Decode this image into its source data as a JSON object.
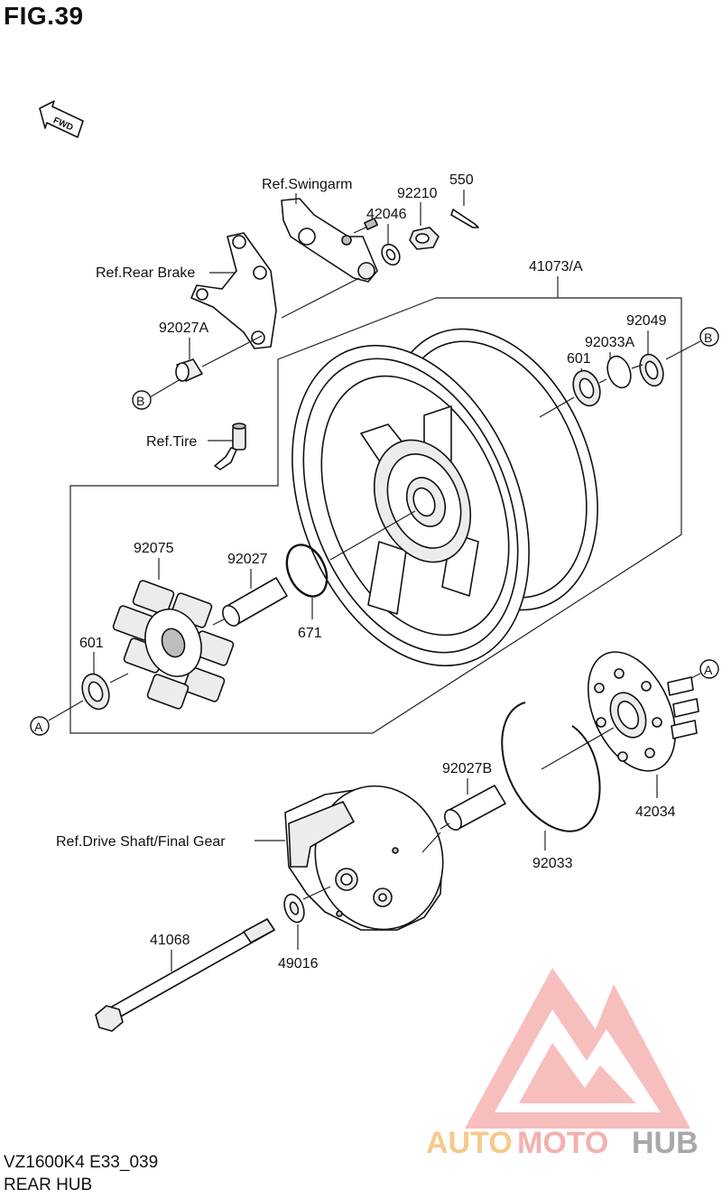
{
  "figure": {
    "title": "FIG.39",
    "code": "VZ1600K4 E33_039",
    "name": "REAR HUB"
  },
  "fwd_label": "FWD",
  "labels": {
    "ref_swingarm": "Ref.Swingarm",
    "p550": "550",
    "p92210": "92210",
    "p42046": "42046",
    "ref_rear_brake": "Ref.Rear Brake",
    "p41073": "41073/A",
    "p92027a": "92027A",
    "p92049": "92049",
    "p92033a": "92033A",
    "p601_top": "601",
    "ref_tire": "Ref.Tire",
    "p92075": "92075",
    "p92027": "92027",
    "p671": "671",
    "p601_left": "601",
    "p92027b": "92027B",
    "p42034": "42034",
    "ref_drive_shaft": "Ref.Drive Shaft/Final Gear",
    "p92033": "92033",
    "p41068": "41068",
    "p49016": "49016"
  },
  "markers": {
    "a": "A",
    "b": "B"
  },
  "watermark": {
    "brand_a": "AUTO",
    "brand_b": "MOTO",
    "brand_c": "HUB"
  },
  "colors": {
    "watermark_red": "#f2a3a3",
    "watermark_orange": "#f5c07a",
    "watermark_gray": "#9a9a9a"
  }
}
